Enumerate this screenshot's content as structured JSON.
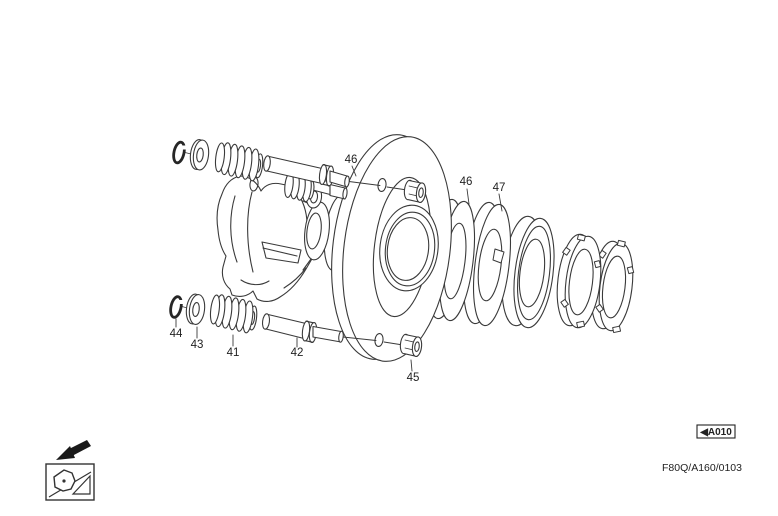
{
  "canvas": {
    "background": "#ffffff",
    "ink": "#3a3a3a"
  },
  "diagram": {
    "description": "exploded-view of wheel hub assembly with studs, springs, washers and lock rings",
    "labels": {
      "stud_upper": "46",
      "thrust_washer": "46",
      "tab_washer": "47",
      "hub_nut": "45",
      "snap_ring": "44",
      "flat_washer": "43",
      "bellows_spring": "41",
      "stud_lower": "42"
    }
  },
  "nav": {
    "back_arrow": "◀",
    "ref_code": "A010"
  },
  "footer": {
    "figure_code": "F80Q/A160/0103"
  },
  "icons": {
    "direction_arrow": "assembly-direction-arrow",
    "pictogram": "hub-on-ramp-pictogram"
  }
}
